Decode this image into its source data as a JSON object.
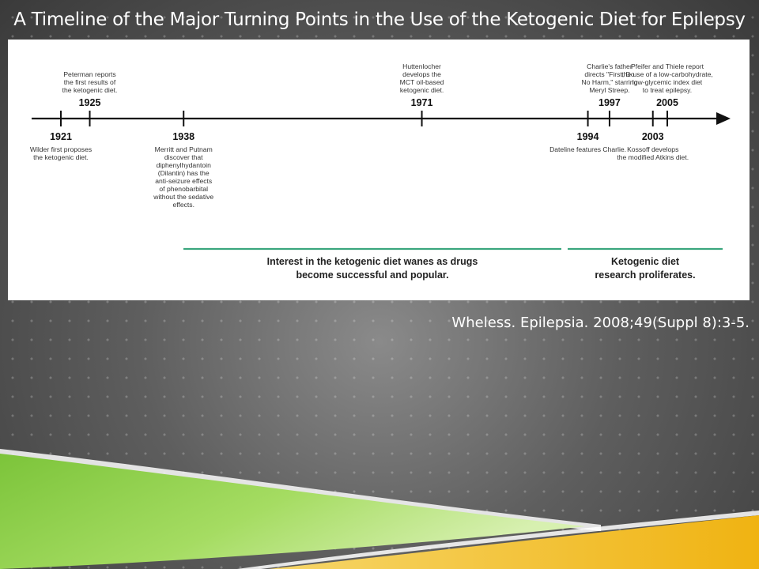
{
  "slide": {
    "title": "A Timeline of the Major Turning Points in the Use of the Ketogenic Diet for Epilepsy",
    "citation": "Wheless. Epilepsia. 2008;49(Suppl 8):3-5."
  },
  "timeline": {
    "start_year": 1921,
    "end_year": 2005,
    "events": [
      {
        "year": 1921,
        "side": "below",
        "lines": [
          "Wilder first proposes",
          "the ketogenic diet."
        ]
      },
      {
        "year": 1925,
        "side": "above",
        "lines": [
          "Peterman reports",
          "the first results of",
          "the ketogenic diet."
        ]
      },
      {
        "year": 1938,
        "side": "below",
        "lines": [
          "Merritt and Putnam",
          "discover that",
          "diphenylhydantoin",
          "(Dilantin) has the",
          "anti-seizure effects",
          "of phenobarbital",
          "without the sedative",
          "effects."
        ]
      },
      {
        "year": 1971,
        "side": "above",
        "lines": [
          "Huttenlocher",
          "develops the",
          "MCT oil-based",
          "ketogenic diet."
        ]
      },
      {
        "year": 1994,
        "side": "below",
        "lines": [
          "Dateline features Charlie."
        ]
      },
      {
        "year": 1997,
        "side": "above",
        "lines": [
          "Charlie's father",
          "directs \"First, Do",
          "No Harm,\" starring",
          "Meryl Streep."
        ]
      },
      {
        "year": 2003,
        "side": "below",
        "lines": [
          "Kossoff develops",
          "the modified Atkins diet."
        ]
      },
      {
        "year": 2005,
        "side": "above",
        "lines": [
          "Pfeifer and Thiele report",
          "the use of a low-carbohydrate,",
          "low-glycemic index diet",
          "to treat epilepsy."
        ]
      }
    ],
    "eras": [
      {
        "lines": [
          "Interest in the ketogenic diet wanes as drugs",
          "become successful and popular."
        ],
        "color": "#3aa67e"
      },
      {
        "lines": [
          "Ketogenic diet",
          "research proliferates."
        ],
        "color": "#3aa67e"
      }
    ]
  },
  "colors": {
    "era_bar": "#3aa67e",
    "green_wave": "#8fd14a",
    "yellow_wave": "#f2b718"
  }
}
